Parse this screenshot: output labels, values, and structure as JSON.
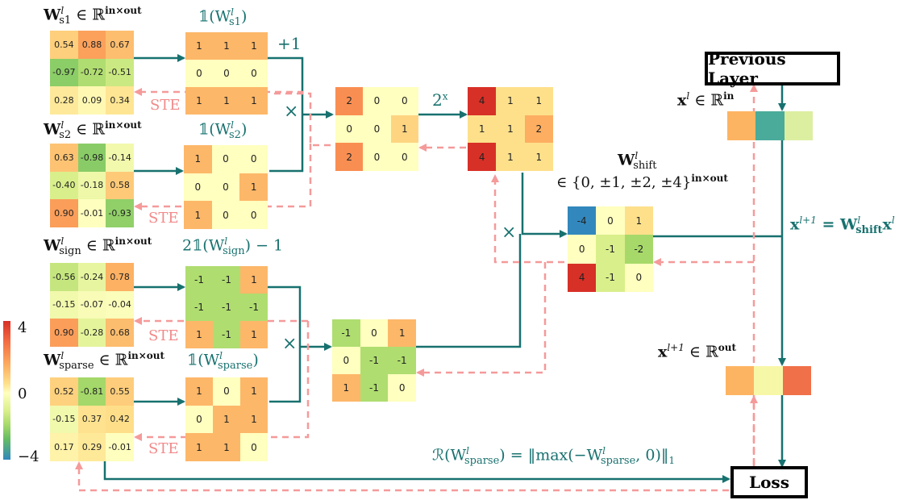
{
  "colors": {
    "teal": "#17716f",
    "dashed": "#f59a9a"
  },
  "labels": {
    "ws1_name": "W",
    "ws1_sup": "l",
    "ws1_sub": "s1",
    "ws1_rest": " ∈ ℝ",
    "ws1_dim": "in×out",
    "ws2_name": "W",
    "ws2_sup": "l",
    "ws2_sub": "s2",
    "ws2_rest": " ∈ ℝ",
    "ws2_dim": "in×out",
    "wsign_name": "W",
    "wsign_sup": "l",
    "wsign_sub": "sign",
    "wsign_rest": " ∈ ℝ",
    "wsign_dim": "in×out",
    "wsparse_name": "W",
    "wsparse_sup": "l",
    "wsparse_sub": "sparse",
    "wsparse_rest": " ∈ ℝ",
    "wsparse_dim": "in×out",
    "ind_s1": "𝟙(W",
    "ind_s1_sup": "l",
    "ind_s1_sub": "s1",
    "ind_close": ")",
    "ind_s2": "𝟙(W",
    "ind_s2_sup": "l",
    "ind_s2_sub": "s2",
    "ind_sign": "2𝟙(W",
    "ind_sign_sup": "l",
    "ind_sign_sub": "sign",
    "ind_sign_tail": ") − 1",
    "ind_sparse": "𝟙(W",
    "ind_sparse_sup": "l",
    "ind_sparse_sub": "sparse",
    "plus_one": "+1",
    "two_x": "2",
    "two_x_sup": "x",
    "times": "×",
    "ste": "STE",
    "wshift_name": "W",
    "wshift_sup": "l",
    "wshift_sub": "shift",
    "wshift_set": "∈ {0, ±1, ±2, ±4}",
    "wshift_dim": "in×out",
    "prev_layer": "Previous Layer",
    "loss": "Loss",
    "xl": "x",
    "xl_sup": "l",
    "xl_rest": " ∈ ℝ",
    "xl_dim": "in",
    "xl1": "x",
    "xl1_sup": "l+1",
    "xl1_rest": " ∈ ℝ",
    "xl1_dim": "out",
    "eq_lhs": "x",
    "eq_lhs_sup": "l+1",
    "eq_mid": " = W",
    "eq_mid_sup": "l",
    "eq_mid_sub": "shift",
    "eq_x": "x",
    "eq_x_sup": "l",
    "reg_R": "ℛ(W",
    "reg_sup": "l",
    "reg_sub": "sparse",
    "reg_mid": ") = ‖max(−W",
    "reg_sup2": "l",
    "reg_sub2": "sparse",
    "reg_tail": ", 0)‖",
    "reg_norm_sub": "1",
    "cbar_max": "4",
    "cbar_mid": "0",
    "cbar_min": "−4"
  },
  "matrices": {
    "ws1": [
      [
        0.54,
        0.88,
        0.67
      ],
      [
        -0.97,
        -0.72,
        -0.51
      ],
      [
        0.28,
        0.09,
        0.34
      ]
    ],
    "ws2": [
      [
        0.63,
        -0.98,
        -0.14
      ],
      [
        -0.4,
        -0.18,
        0.58
      ],
      [
        0.9,
        -0.01,
        -0.93
      ]
    ],
    "wsign": [
      [
        -0.56,
        -0.24,
        0.78
      ],
      [
        -0.15,
        -0.07,
        -0.04
      ],
      [
        0.9,
        -0.28,
        0.68
      ]
    ],
    "wsparse": [
      [
        0.52,
        -0.81,
        0.55
      ],
      [
        -0.15,
        0.37,
        0.42
      ],
      [
        0.17,
        0.29,
        -0.01
      ]
    ],
    "ind1": [
      [
        1,
        1,
        1
      ],
      [
        0,
        0,
        0
      ],
      [
        1,
        1,
        1
      ]
    ],
    "ind2": [
      [
        1,
        0,
        0
      ],
      [
        0,
        0,
        1
      ],
      [
        1,
        0,
        0
      ]
    ],
    "sign": [
      [
        -1,
        -1,
        1
      ],
      [
        -1,
        -1,
        -1
      ],
      [
        1,
        -1,
        1
      ]
    ],
    "sparse": [
      [
        1,
        0,
        1
      ],
      [
        0,
        1,
        1
      ],
      [
        1,
        1,
        0
      ]
    ],
    "sum": [
      [
        2,
        0,
        0
      ],
      [
        0,
        0,
        1
      ],
      [
        2,
        0,
        0
      ]
    ],
    "pow": [
      [
        4,
        1,
        1
      ],
      [
        1,
        1,
        2
      ],
      [
        4,
        1,
        1
      ]
    ],
    "sign_sparse": [
      [
        -1,
        0,
        1
      ],
      [
        0,
        -1,
        -1
      ],
      [
        1,
        -1,
        0
      ]
    ],
    "shift": [
      [
        -4,
        0,
        1
      ],
      [
        0,
        -1,
        -2
      ],
      [
        4,
        -1,
        0
      ]
    ]
  },
  "matrix_text": {
    "ws1": [
      [
        "0.54",
        "0.88",
        "0.67"
      ],
      [
        "-0.97",
        "-0.72",
        "-0.51"
      ],
      [
        "0.28",
        "0.09",
        "0.34"
      ]
    ],
    "ws2": [
      [
        "0.63",
        "-0.98",
        "-0.14"
      ],
      [
        "-0.40",
        "-0.18",
        "0.58"
      ],
      [
        "0.90",
        "-0.01",
        "-0.93"
      ]
    ],
    "wsign": [
      [
        "-0.56",
        "-0.24",
        "0.78"
      ],
      [
        "-0.15",
        "-0.07",
        "-0.04"
      ],
      [
        "0.90",
        "-0.28",
        "0.68"
      ]
    ],
    "wsparse": [
      [
        "0.52",
        "-0.81",
        "0.55"
      ],
      [
        "-0.15",
        "0.37",
        "0.42"
      ],
      [
        "0.17",
        "0.29",
        "-0.01"
      ]
    ]
  },
  "vectors": {
    "xl": [
      "#fdb462",
      "#4aab9a",
      "#dcefa0"
    ],
    "xl1": [
      "#fdb462",
      "#f7f7a8",
      "#f07049"
    ]
  }
}
